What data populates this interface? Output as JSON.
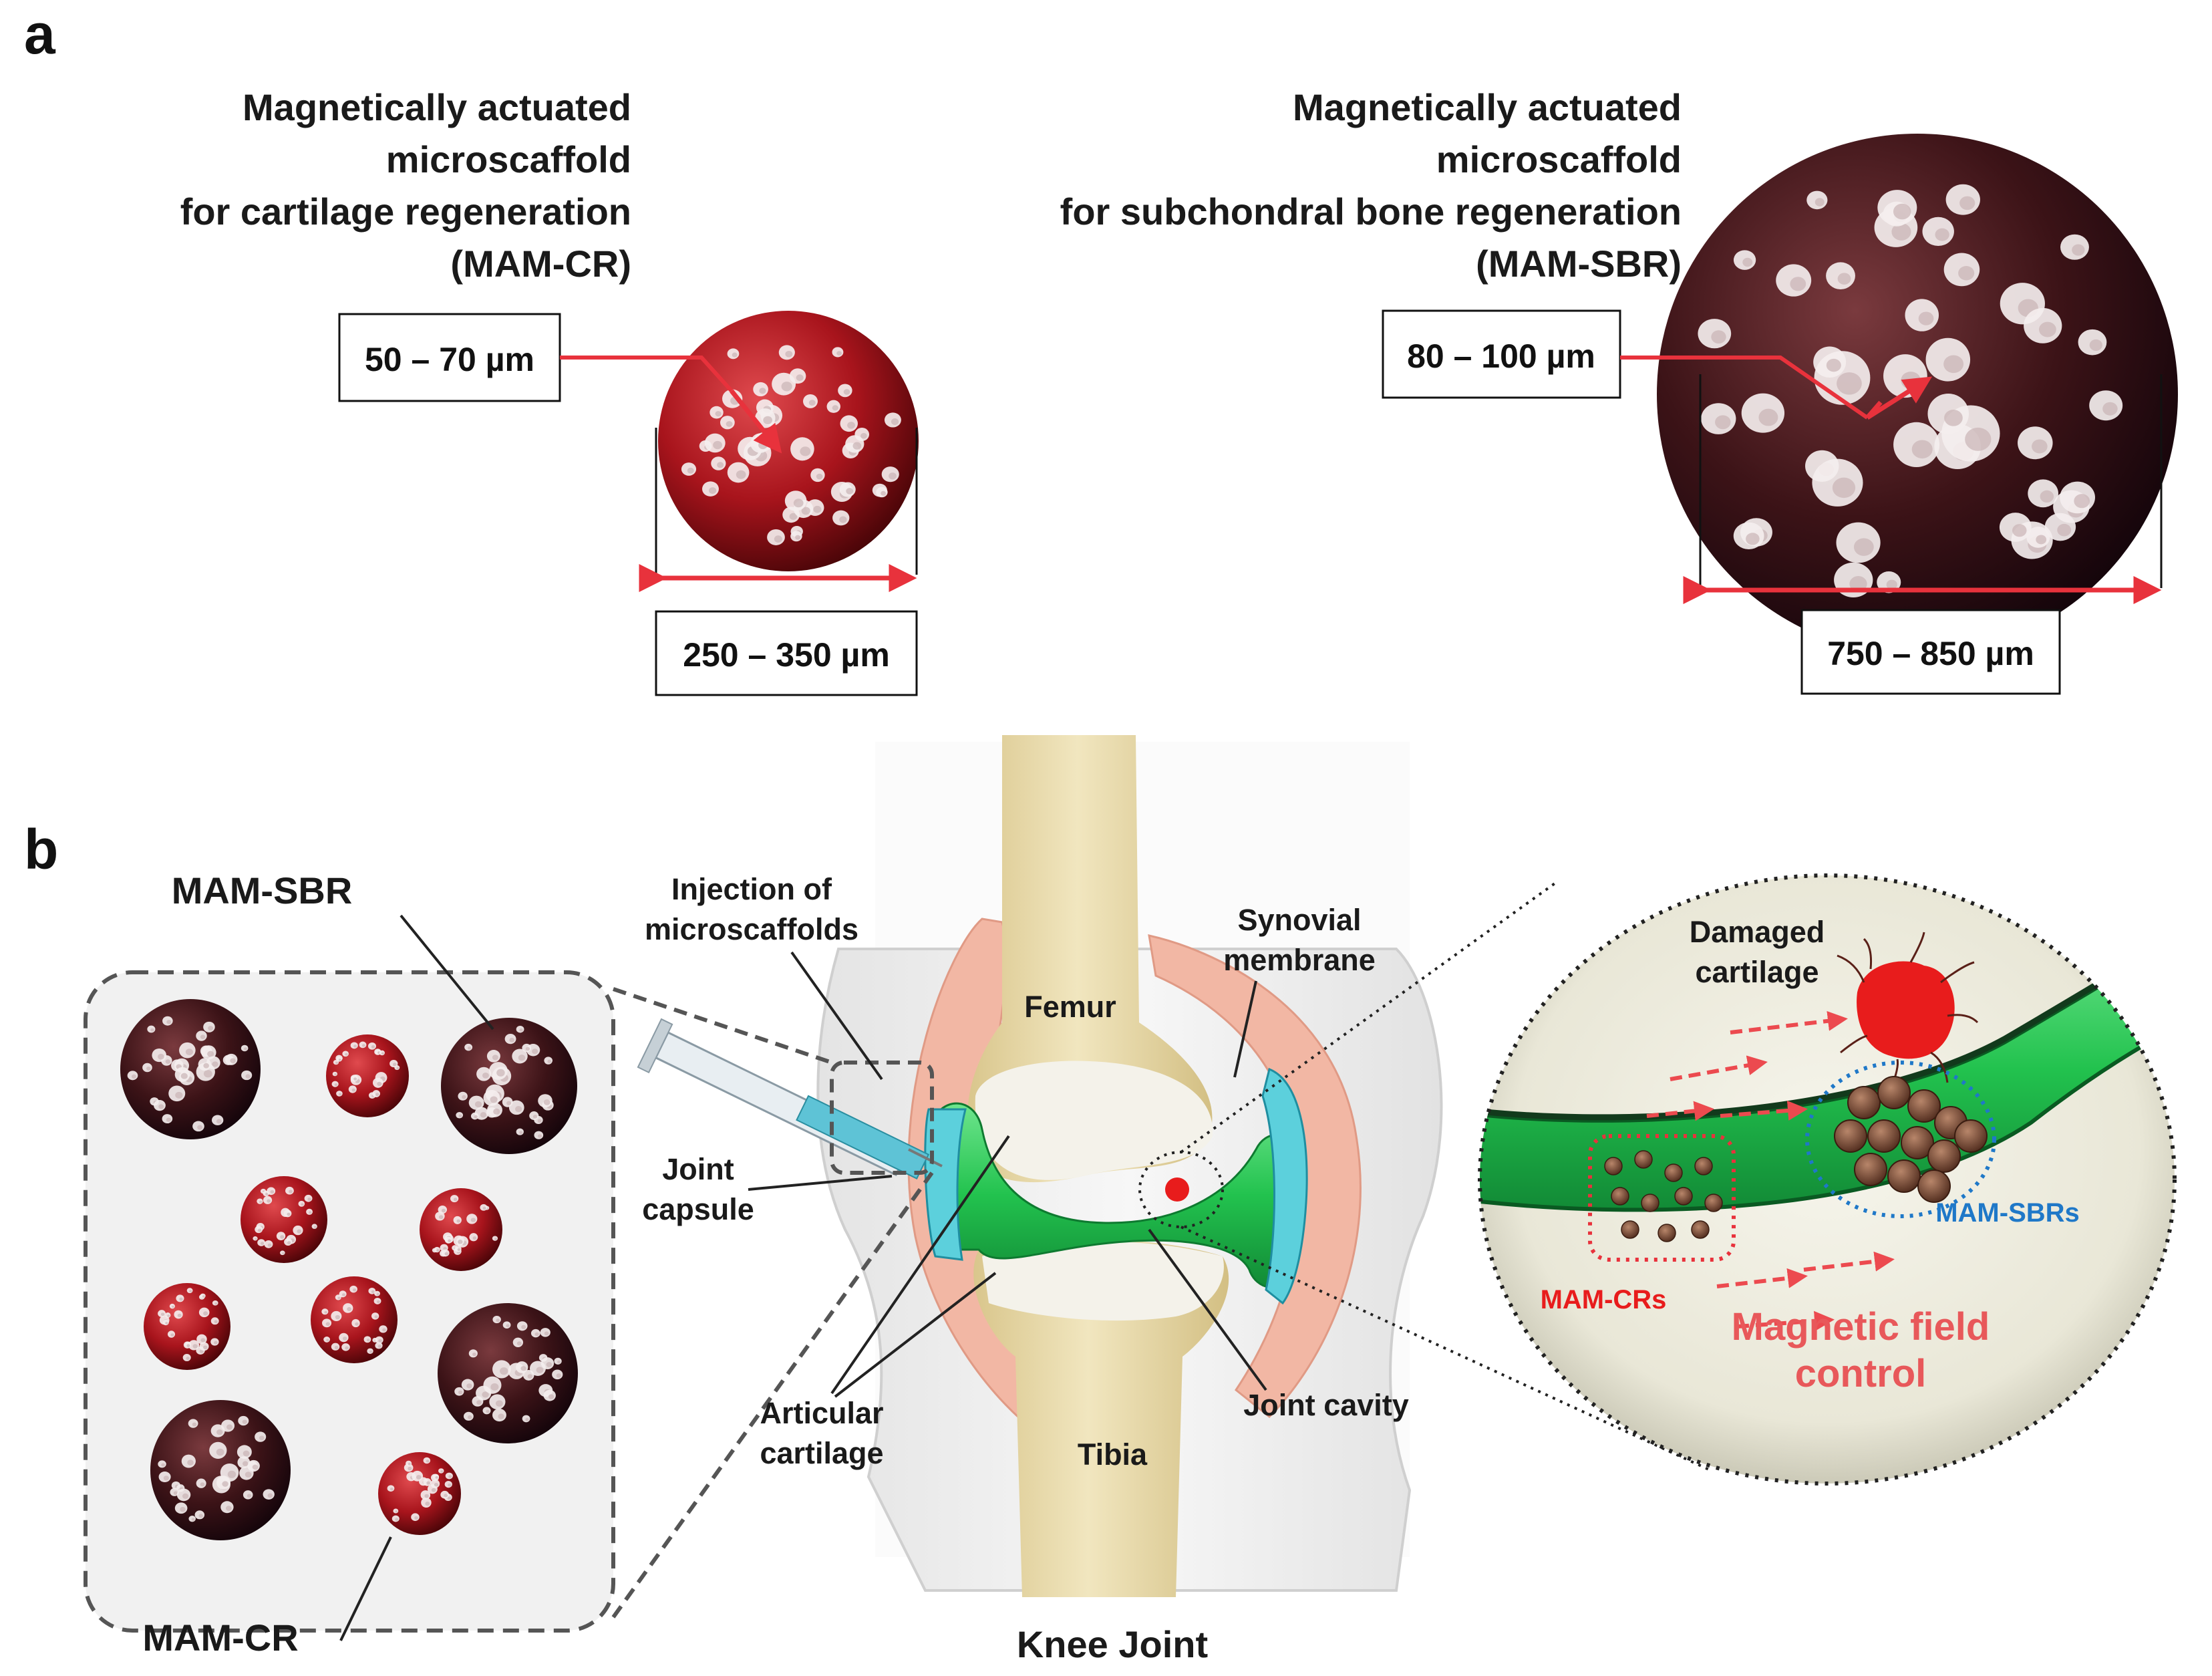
{
  "panels": {
    "a": "a",
    "b": "b"
  },
  "panel_a": {
    "mam_cr": {
      "title_lines": [
        "Magnetically actuated",
        "microscaffold",
        "for cartilage regeneration",
        "(MAM-CR)"
      ],
      "pore_size": "50 – 70 µm",
      "diameter": "250 – 350 µm"
    },
    "mam_sbr": {
      "title_lines": [
        "Magnetically actuated",
        "microscaffold",
        "for subchondral bone regeneration",
        "(MAM-SBR)"
      ],
      "pore_size": "80 – 100 µm",
      "diameter": "750 – 850 µm"
    }
  },
  "panel_b": {
    "mam_sbr_label": "MAM-SBR",
    "mam_cr_label": "MAM-CR",
    "injection_label": [
      "Injection of",
      "microscaffolds"
    ],
    "joint_capsule_label": [
      "Joint",
      "capsule"
    ],
    "articular_cartilage_label": [
      "Articular",
      "cartilage"
    ],
    "femur_label": "Femur",
    "tibia_label": "Tibia",
    "synovial_membrane_label": [
      "Synovial",
      "membrane"
    ],
    "joint_cavity_label": "Joint cavity",
    "knee_joint_label": "Knee Joint",
    "damaged_cartilage_label": [
      "Damaged",
      "cartilage"
    ],
    "mam_crs_label": "MAM-CRs",
    "mam_sbrs_label": "MAM-SBRs",
    "magnetic_field_label": [
      "Magnetic field",
      "control"
    ]
  },
  "colors": {
    "mam_cr_red": "#c0202a",
    "mam_sbr_dark": "#4a1e22",
    "cartilage_green": "#2ec95a",
    "synovial_cyan": "#3cc0d0",
    "capsule_pink": "#f2b7a4",
    "bone_tan": "#e6d6a4",
    "arrow_red": "#e8323c",
    "mam_sbrs_blue": "#1f78c8"
  }
}
